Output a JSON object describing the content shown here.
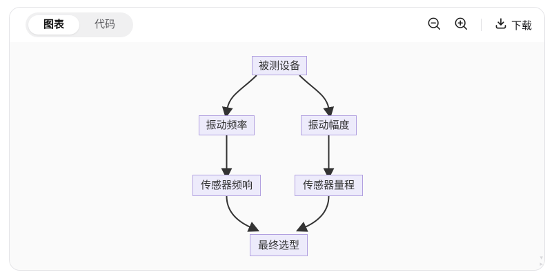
{
  "tabs": [
    {
      "label": "图表",
      "active": true
    },
    {
      "label": "代码",
      "active": false
    }
  ],
  "toolbar": {
    "zoom_out_icon": "magnifier-minus",
    "zoom_in_icon": "magnifier-plus",
    "download_icon": "download-tray-arrow",
    "download_label": "下载"
  },
  "diagram": {
    "type": "flowchart",
    "direction": "top-down",
    "nodes": [
      {
        "id": "device",
        "label": "被测设备"
      },
      {
        "id": "vibration-frequency",
        "label": "振动频率"
      },
      {
        "id": "vibration-amplitude",
        "label": "振动幅度"
      },
      {
        "id": "sensor-freq-response",
        "label": "传感器频响"
      },
      {
        "id": "sensor-range",
        "label": "传感器量程"
      },
      {
        "id": "final-selection",
        "label": "最终选型"
      }
    ],
    "edges": [
      {
        "from": "device",
        "to": "vibration-frequency"
      },
      {
        "from": "device",
        "to": "vibration-amplitude"
      },
      {
        "from": "vibration-frequency",
        "to": "sensor-freq-response"
      },
      {
        "from": "vibration-amplitude",
        "to": "sensor-range"
      },
      {
        "from": "sensor-freq-response",
        "to": "final-selection"
      },
      {
        "from": "sensor-range",
        "to": "final-selection"
      }
    ],
    "colors": {
      "node_fill": "#edebfb",
      "node_border": "#b1a0e0",
      "edge": "#333333",
      "text": "#333333",
      "canvas_bg": "#fafafa"
    }
  }
}
